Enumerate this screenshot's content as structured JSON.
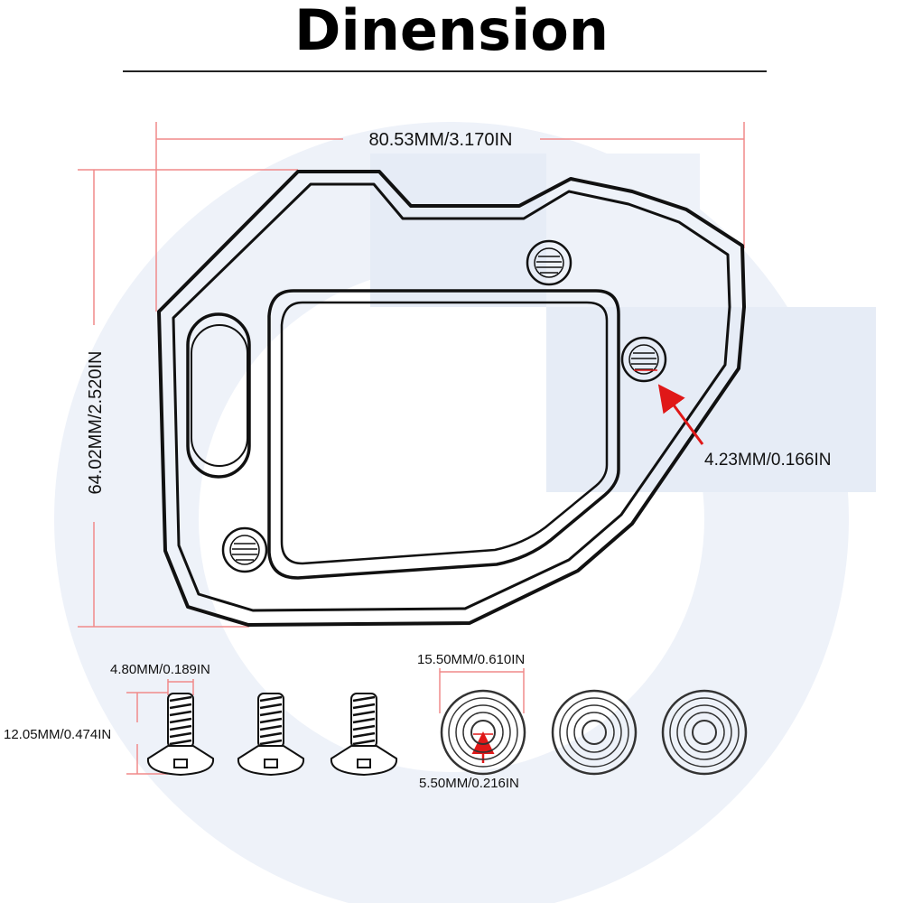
{
  "title": "Dinension",
  "colors": {
    "dimension_line": "#f08a8a",
    "arrow": "#e01818",
    "watermark": "#e6ecf6",
    "outline": "#111111"
  },
  "dimensions": {
    "width": "80.53MM/3.170IN",
    "height": "64.02MM/2.520IN",
    "hole": "4.23MM/0.166IN",
    "screw_head": "4.80MM/0.189IN",
    "screw_length": "12.05MM/0.474IN",
    "washer_outer": "15.50MM/0.610IN",
    "washer_inner": "5.50MM/0.216IN"
  },
  "parts": {
    "screws": 3,
    "washers": 3
  }
}
